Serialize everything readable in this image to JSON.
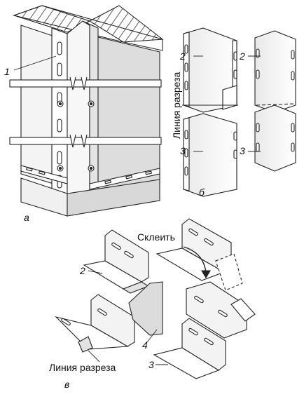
{
  "figure": {
    "section_a": "а",
    "section_b": "б",
    "section_v": "в",
    "callout_1": "1",
    "callout_2_b_left": "2",
    "callout_2_b_right": "2",
    "callout_3_b_left": "3",
    "callout_3_b_right": "3",
    "cut_line_vertical": "Линия разреза",
    "glue_label": "Склеить",
    "callout_2_v": "2",
    "callout_4_v": "4",
    "callout_3_v": "3",
    "cut_line_bottom": "Линия разреза"
  }
}
